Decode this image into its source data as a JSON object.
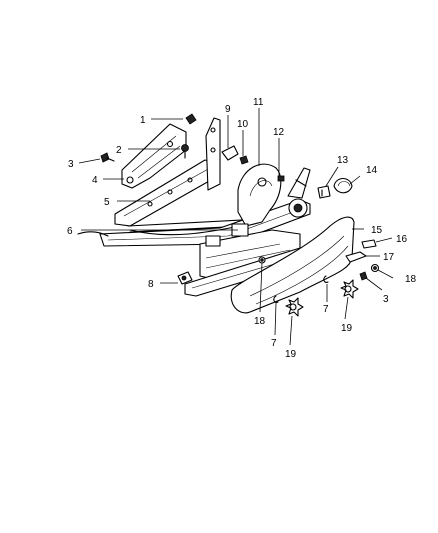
{
  "callouts": [
    {
      "id": "c1",
      "text": "1"
    },
    {
      "id": "c2",
      "text": "2"
    },
    {
      "id": "c3a",
      "text": "3"
    },
    {
      "id": "c4",
      "text": "4"
    },
    {
      "id": "c5",
      "text": "5"
    },
    {
      "id": "c6",
      "text": "6"
    },
    {
      "id": "c7a",
      "text": "7"
    },
    {
      "id": "c7b",
      "text": "7"
    },
    {
      "id": "c8",
      "text": "8"
    },
    {
      "id": "c9",
      "text": "9"
    },
    {
      "id": "c10",
      "text": "10"
    },
    {
      "id": "c11",
      "text": "11"
    },
    {
      "id": "c12",
      "text": "12"
    },
    {
      "id": "c13",
      "text": "13"
    },
    {
      "id": "c14",
      "text": "14"
    },
    {
      "id": "c15",
      "text": "15"
    },
    {
      "id": "c16",
      "text": "16"
    },
    {
      "id": "c17",
      "text": "17"
    },
    {
      "id": "c18a",
      "text": "18"
    },
    {
      "id": "c18b",
      "text": "18"
    },
    {
      "id": "c3b",
      "text": "3"
    },
    {
      "id": "c19a",
      "text": "19"
    },
    {
      "id": "c19b",
      "text": "19"
    }
  ]
}
